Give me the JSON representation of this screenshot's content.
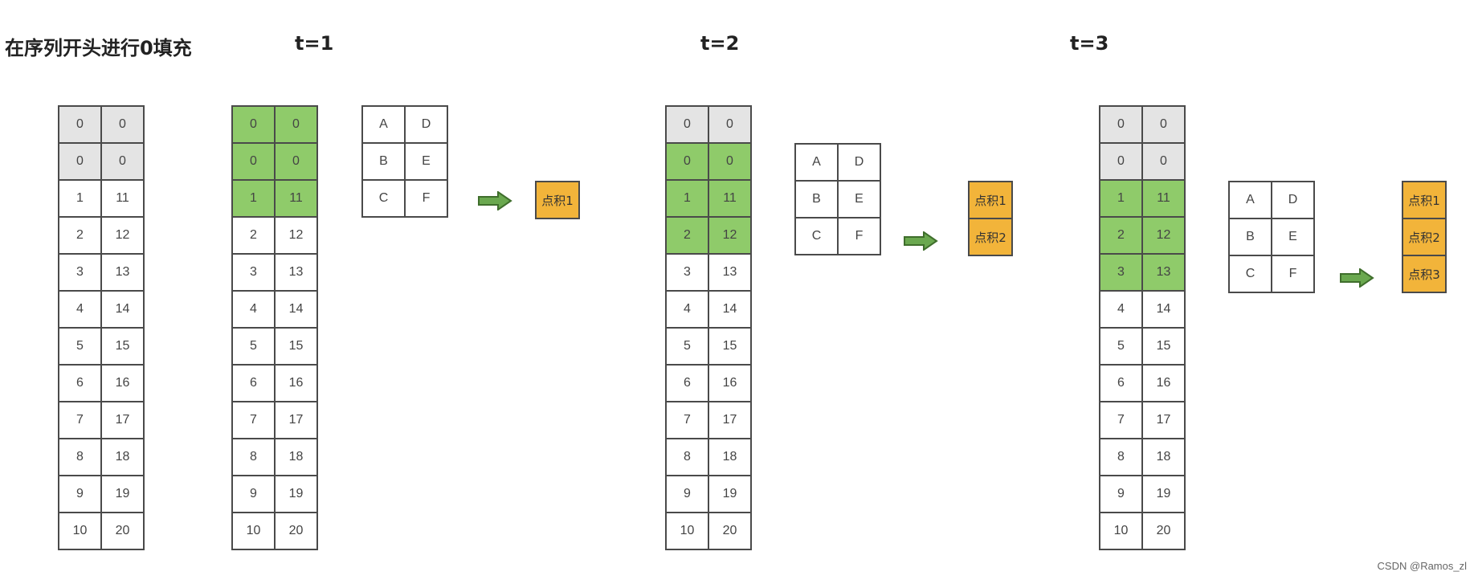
{
  "header": {
    "heading": "在序列开头进行0填充",
    "t1": "t=1",
    "t2": "t=2",
    "t3": "t=3"
  },
  "sequence": [
    [
      "0",
      "0"
    ],
    [
      "0",
      "0"
    ],
    [
      "1",
      "11"
    ],
    [
      "2",
      "12"
    ],
    [
      "3",
      "13"
    ],
    [
      "4",
      "14"
    ],
    [
      "5",
      "15"
    ],
    [
      "6",
      "16"
    ],
    [
      "7",
      "17"
    ],
    [
      "8",
      "18"
    ],
    [
      "9",
      "19"
    ],
    [
      "10",
      "20"
    ]
  ],
  "kernel": [
    [
      "A",
      "D"
    ],
    [
      "B",
      "E"
    ],
    [
      "C",
      "F"
    ]
  ],
  "outputs": [
    "点积1",
    "点积2",
    "点积3"
  ],
  "colors": {
    "padding": "#e4e4e4",
    "window": "#8fcb6a",
    "output": "#f2b43a",
    "arrow": "#6aa84f",
    "border": "#4a4a4a"
  },
  "watermark": "CSDN @Ramos_zl"
}
